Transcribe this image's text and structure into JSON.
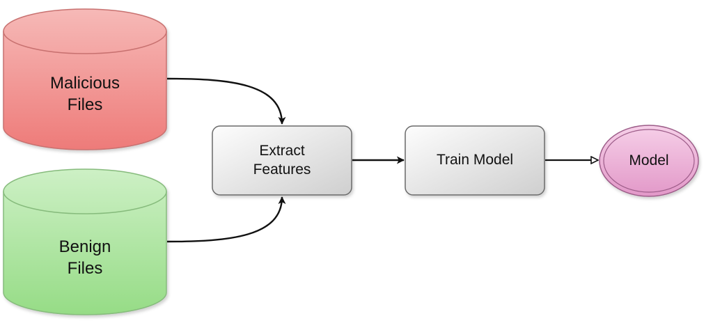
{
  "nodes": {
    "malicious": {
      "line1": "Malicious",
      "line2": "Files",
      "fill": "#f08a88",
      "stroke": "#c8716f"
    },
    "benign": {
      "line1": "Benign",
      "line2": "Files",
      "fill": "#a7e29a",
      "stroke": "#86bb7c"
    },
    "extract": {
      "line1": "Extract",
      "line2": "Features",
      "fill": "#e9e9e9",
      "stroke": "#6b6b6b"
    },
    "train": {
      "label": "Train Model",
      "fill": "#e9e9e9",
      "stroke": "#6b6b6b"
    },
    "model": {
      "label": "Model",
      "fill": "#e9a6d2",
      "stroke": "#9c5b88"
    }
  },
  "edges": [
    {
      "from": "malicious",
      "to": "extract",
      "arrowhead": "filled"
    },
    {
      "from": "benign",
      "to": "extract",
      "arrowhead": "filled"
    },
    {
      "from": "extract",
      "to": "train",
      "arrowhead": "filled"
    },
    {
      "from": "train",
      "to": "model",
      "arrowhead": "open"
    }
  ],
  "colors": {
    "edge": "#111111"
  }
}
